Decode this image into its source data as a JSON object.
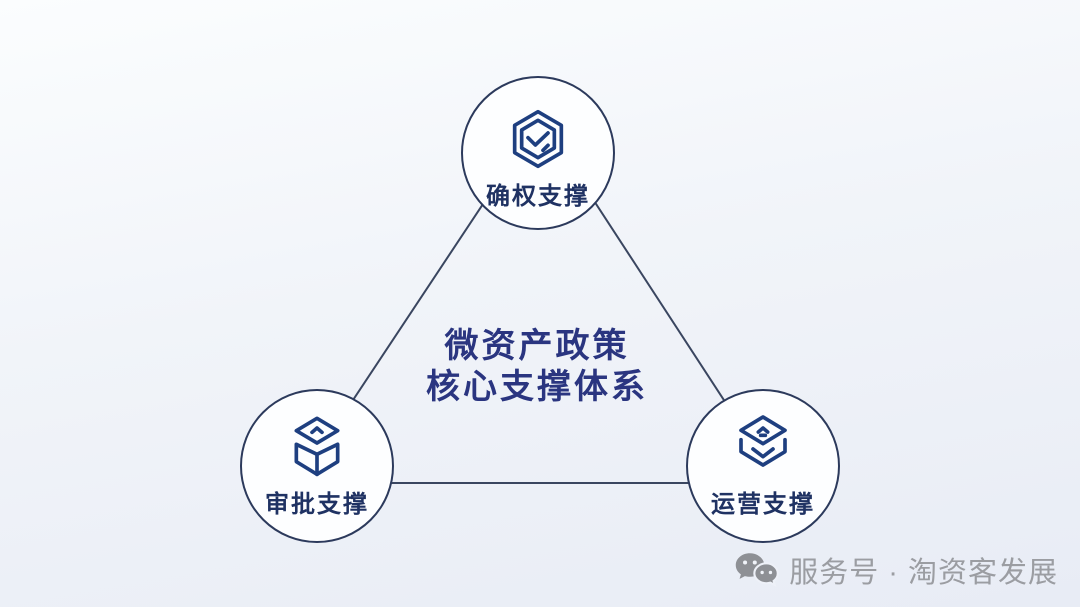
{
  "diagram": {
    "center_title": {
      "line1": "微资产政策",
      "line2": "核心支撑体系",
      "color": "#2a3580"
    },
    "nodes": [
      {
        "position": "top",
        "label": "确权支撑",
        "icon": "hexagon-check-icon"
      },
      {
        "position": "bottom-left",
        "label": "审批支撑",
        "icon": "open-box-icon"
      },
      {
        "position": "bottom-right",
        "label": "运营支撑",
        "icon": "layers-stack-icon"
      }
    ],
    "connector_color": "#3a4660",
    "node_border_color": "#2c3a5c",
    "node_fill_color": "#fdfeff",
    "icon_stroke_color": "#1e3f80",
    "label_color": "#1f3263"
  },
  "footer": {
    "icon": "wechat-icon",
    "text": "服务号 · 淘资客发展",
    "color": "#9b9da2"
  },
  "background": {
    "top": "#fbfdfe",
    "bottom": "#e8ecf5"
  }
}
